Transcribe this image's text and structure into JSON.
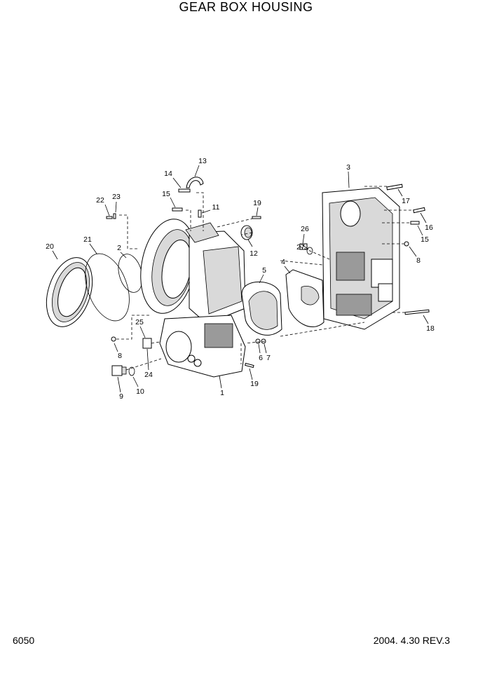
{
  "title": "GEAR BOX HOUSING",
  "page_number": "6050",
  "revision": "2004. 4.30 REV.3",
  "callouts": [
    {
      "id": "c13",
      "text": "13"
    },
    {
      "id": "c14",
      "text": "14"
    },
    {
      "id": "c15a",
      "text": "15"
    },
    {
      "id": "c11",
      "text": "11"
    },
    {
      "id": "c19a",
      "text": "19"
    },
    {
      "id": "c22",
      "text": "22"
    },
    {
      "id": "c23",
      "text": "23"
    },
    {
      "id": "c21",
      "text": "21"
    },
    {
      "id": "c20",
      "text": "20"
    },
    {
      "id": "c2",
      "text": "2"
    },
    {
      "id": "c12",
      "text": "12"
    },
    {
      "id": "c5",
      "text": "5"
    },
    {
      "id": "c4",
      "text": "4"
    },
    {
      "id": "c26",
      "text": "26"
    },
    {
      "id": "c27",
      "text": "27"
    },
    {
      "id": "c3",
      "text": "3"
    },
    {
      "id": "c17",
      "text": "17"
    },
    {
      "id": "c16",
      "text": "16"
    },
    {
      "id": "c15b",
      "text": "15"
    },
    {
      "id": "c8a",
      "text": "8"
    },
    {
      "id": "c18",
      "text": "18"
    },
    {
      "id": "c25",
      "text": "25"
    },
    {
      "id": "c8b",
      "text": "8"
    },
    {
      "id": "c24",
      "text": "24"
    },
    {
      "id": "c9",
      "text": "9"
    },
    {
      "id": "c10",
      "text": "10"
    },
    {
      "id": "c1",
      "text": "1"
    },
    {
      "id": "c6",
      "text": "6"
    },
    {
      "id": "c7",
      "text": "7"
    },
    {
      "id": "c19b",
      "text": "19"
    }
  ]
}
